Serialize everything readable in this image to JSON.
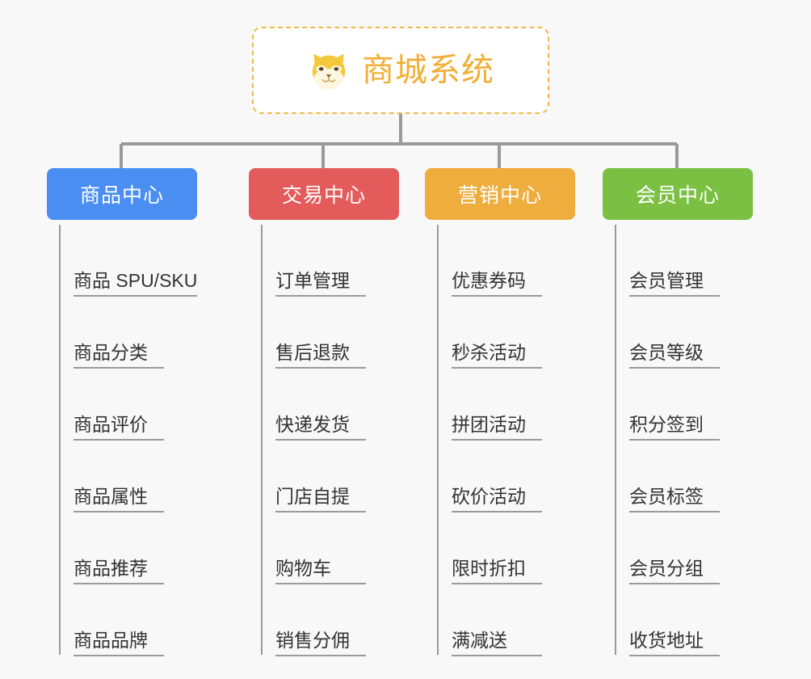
{
  "background_color": "#f8f8f8",
  "root": {
    "icon": "shiba-dog-face-icon",
    "title": "商城系统",
    "title_color": "#f0ae35",
    "border_color": "#f0b84a",
    "fill_color": "#ffffff"
  },
  "connector_color": "#9a9a9a",
  "columns": [
    {
      "id": "product-center",
      "label": "商品中心",
      "color": "#4a8ef2",
      "items": [
        "商品 SPU/SKU",
        "商品分类",
        "商品评价",
        "商品属性",
        "商品推荐",
        "商品品牌"
      ]
    },
    {
      "id": "trade-center",
      "label": "交易中心",
      "color": "#e35b5b",
      "items": [
        "订单管理",
        "售后退款",
        "快递发货",
        "门店自提",
        "购物车",
        "销售分佣"
      ]
    },
    {
      "id": "marketing-center",
      "label": "营销中心",
      "color": "#eead3c",
      "items": [
        "优惠券码",
        "秒杀活动",
        "拼团活动",
        "砍价活动",
        "限时折扣",
        "满减送"
      ]
    },
    {
      "id": "member-center",
      "label": "会员中心",
      "color": "#7bc043",
      "items": [
        "会员管理",
        "会员等级",
        "积分签到",
        "会员标签",
        "会员分组",
        "收货地址"
      ]
    }
  ]
}
